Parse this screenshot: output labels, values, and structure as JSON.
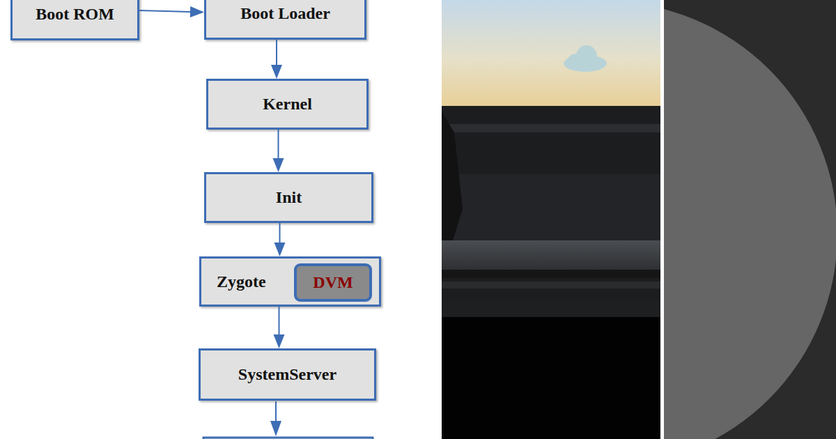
{
  "diagram": {
    "nodes": [
      {
        "text": [
          "Boot ROM"
        ]
      },
      {
        "text": [
          "Boot Loader"
        ]
      },
      {
        "text": [
          "Kernel"
        ]
      },
      {
        "text": [
          "Init"
        ]
      },
      {
        "text": [
          "Zygote"
        ]
      },
      {
        "text": [
          "DVM"
        ],
        "in": 4
      },
      {
        "text": [
          "SystemServer"
        ]
      }
    ],
    "edges": [
      {
        "from": 0,
        "to": 1,
        "arrow": "to"
      },
      {
        "from": 1,
        "to": 2,
        "arrow": "to"
      },
      {
        "from": 2,
        "to": 3,
        "arrow": "to"
      },
      {
        "from": 3,
        "to": 4,
        "arrow": "to"
      },
      {
        "from": 4,
        "to": 6,
        "arrow": "to"
      }
    ]
  }
}
